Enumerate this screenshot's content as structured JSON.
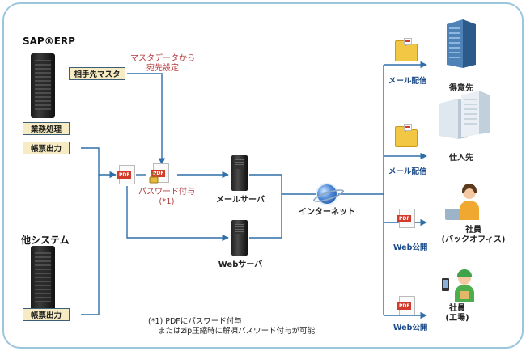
{
  "systems": {
    "sap_title": "SAP®ERP",
    "other_title": "他システム"
  },
  "tags": {
    "partner_master": "相手先マスタ",
    "business_process": "業務処理",
    "form_output_sap": "帳票出力",
    "form_output_other": "帳票出力"
  },
  "annotations": {
    "master_line1": "マスタデータから",
    "master_line2": "宛先設定",
    "password_line1": "パスワード付与",
    "password_line2": "(*1)"
  },
  "servers": {
    "mail": "メールサーバ",
    "web": "Webサーバ"
  },
  "network": {
    "internet": "インターネット"
  },
  "icons": {
    "pdf": "PDF",
    "pdf_lock": "PDF"
  },
  "delivery": {
    "mail_1": "メール配信",
    "mail_2": "メール配信",
    "web_1": "Web公開",
    "web_2": "Web公開"
  },
  "destinations": {
    "customer": "得意先",
    "supplier": "仕入先",
    "employee_office_1": "社員",
    "employee_office_2": "(バックオフィス)",
    "employee_factory_1": "社員",
    "employee_factory_2": "(工場)"
  },
  "note": {
    "line1": "(*1) PDFにパスワード付与",
    "line2": "またはzip圧縮時に解凍パスワード付与が可能"
  },
  "colors": {
    "frame": "#9cc6dc",
    "line": "#2f6fa8",
    "tag_bg": "#f6ebc2",
    "accent_red": "#b33a3a",
    "accent_blue": "#1d4c8a"
  }
}
